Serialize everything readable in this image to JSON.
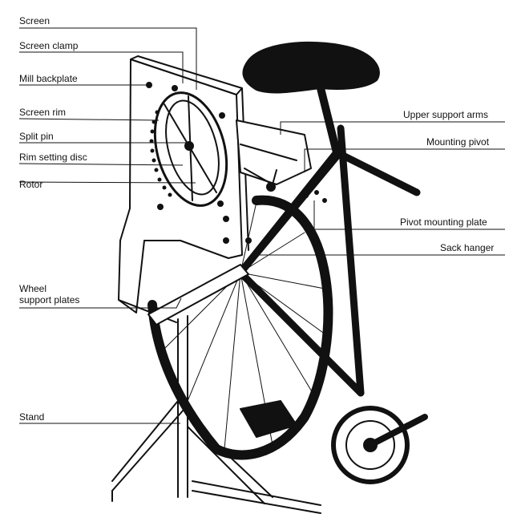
{
  "labels": {
    "screen": "Screen",
    "screen_clamp": "Screen clamp",
    "mill_backplate": "Mill backplate",
    "screen_rim": "Screen rim",
    "split_pin": "Split pin",
    "rim_setting_disc": "Rim setting disc",
    "rotor": "Rotor",
    "wheel_support_plates_1": "Wheel",
    "wheel_support_plates_2": "support plates",
    "stand": "Stand",
    "upper_support_arms": "Upper support arms",
    "mounting_pivot": "Mounting pivot",
    "pivot_mounting_plate": "Pivot mounting plate",
    "sack_hanger": "Sack hanger"
  }
}
